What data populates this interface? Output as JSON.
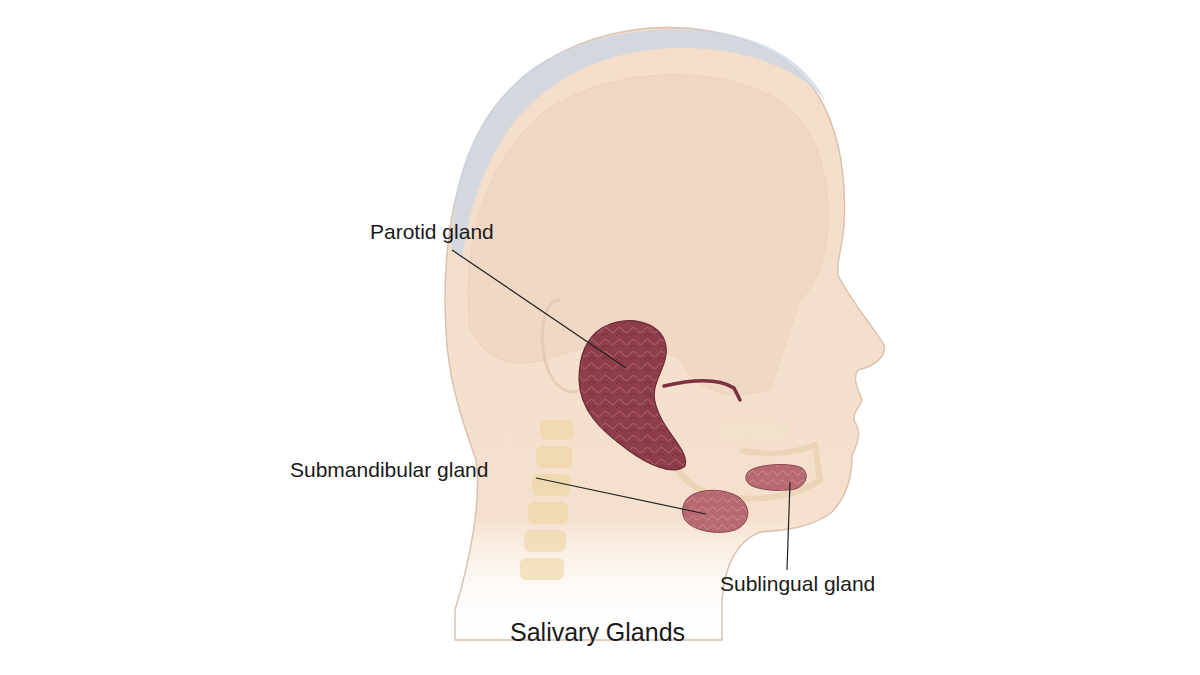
{
  "diagram": {
    "caption": "Salivary Glands",
    "labels": [
      "Parotid gland",
      "Submandibular gland",
      "Sublingual gland"
    ]
  }
}
